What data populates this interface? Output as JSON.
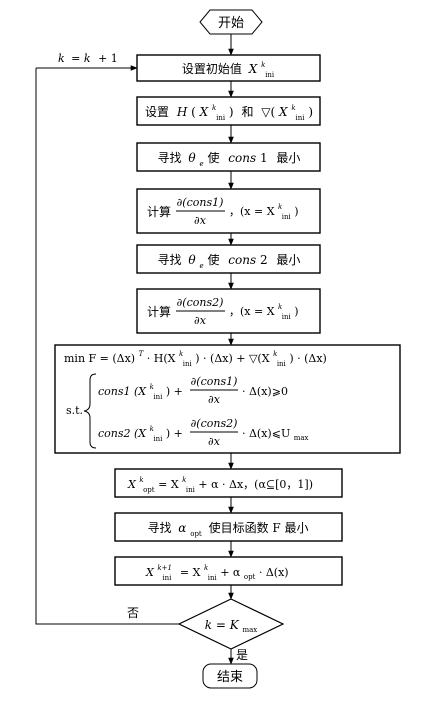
{
  "start": "开始",
  "end": "结束",
  "loop_label": {
    "k1": "k",
    "k2": "= k",
    "k3": "+ 1"
  },
  "step1": {
    "prefix": "设置初始值",
    "var": "X",
    "sup": "k",
    "sub": "ini"
  },
  "step2": {
    "prefix": "设置",
    "H": "H",
    "lp": "(",
    "X": "X",
    "sup": "k",
    "sub": "ini",
    "rp": ")",
    "and": "和",
    "nabla": "▽(",
    "X2": "X",
    "rp2": ")"
  },
  "step3": {
    "prefix": "寻找",
    "theta": "θ",
    "theta_sub": "e",
    "mid": "使",
    "cons": "cons",
    "num": "1",
    "suffix": "最小"
  },
  "step4": {
    "prefix": "计算",
    "numerator": "∂(cons1)",
    "denominator": "∂x",
    "cond": "，(x = X",
    "sup": "k",
    "sub": "ini",
    "close": ")"
  },
  "step5": {
    "prefix": "寻找",
    "theta": "θ",
    "theta_sub": "e",
    "mid": "使",
    "cons": "cons",
    "num": "2",
    "suffix": "最小"
  },
  "step6": {
    "prefix": "计算",
    "numerator": "∂(cons2)",
    "denominator": "∂x",
    "cond": "，(x = X",
    "sup": "k",
    "sub": "ini",
    "close": ")"
  },
  "step7": {
    "objective_a": "min F = (Δx)",
    "T": "T",
    "objective_b": "· H(X",
    "objective_c": ") · (Δx) + ▽(X",
    "objective_d": ") · (Δx)",
    "sup": "k",
    "sub": "ini",
    "st": "s.t.",
    "c1_a": "cons1 (X",
    "c1_b": ") +",
    "c1_num": "∂(cons1)",
    "c1_den": "∂x",
    "c1_c": "· Δ(x)⩾0",
    "c2_a": "cons2 (X",
    "c2_b": ") +",
    "c2_num": "∂(cons2)",
    "c2_den": "∂x",
    "c2_c": "· Δ(x)⩽U",
    "c2_sub": "max"
  },
  "step8": {
    "a": "X",
    "sup": "k",
    "sub": "opt",
    "b": "= X",
    "sub2": "ini",
    "c": "+ α · Δx，(α⊆[0，1])"
  },
  "step9": {
    "prefix": "寻找",
    "alpha": "α",
    "sub": "opt",
    "suffix": "使目标函数 F 最小"
  },
  "step10": {
    "a": "X",
    "sup": "k+1",
    "sub": "ini",
    "b": "= X",
    "sup2": "k",
    "sub2": "ini",
    "c": "+ α",
    "sub3": "opt",
    "d": "· Δ(x)"
  },
  "decision": {
    "a": "k = K",
    "sub": "max"
  },
  "no_label": "否",
  "yes_label": "是"
}
